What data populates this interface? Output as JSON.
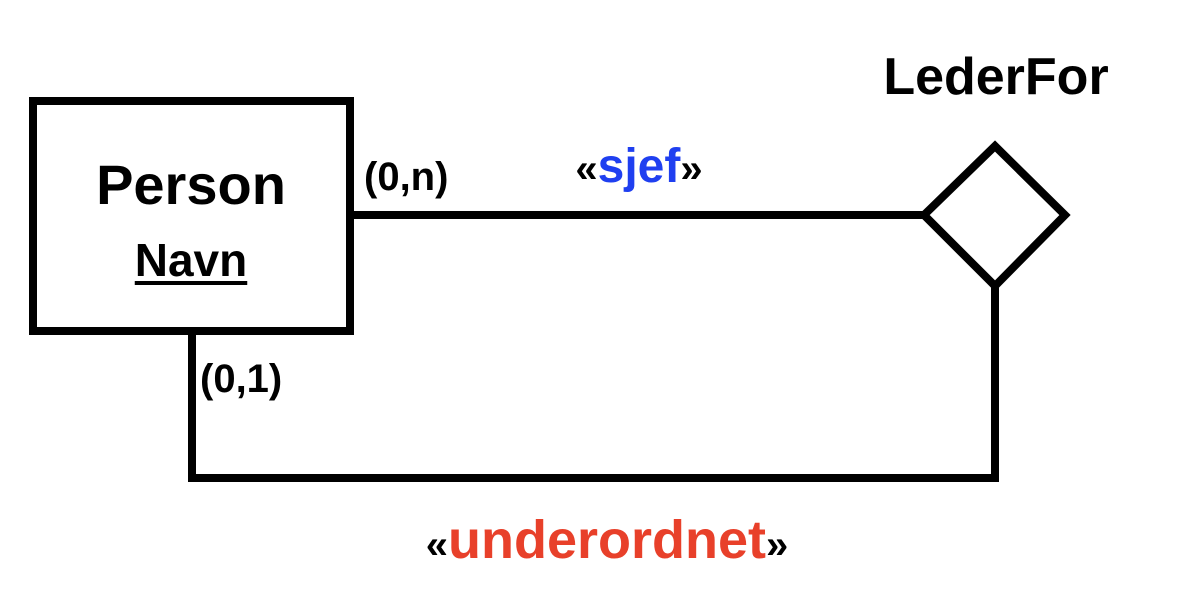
{
  "diagram": {
    "entity": {
      "name": "Person",
      "key_attribute": "Navn"
    },
    "relationship": {
      "name": "LederFor"
    },
    "role_top": {
      "open": "«",
      "name": "sjef",
      "close": "»",
      "cardinality": "(0,n)",
      "color": "#1f3ff0"
    },
    "role_bottom": {
      "open": "«",
      "name": "underordnet",
      "close": "»",
      "cardinality": "(0,1)",
      "color": "#e8402a"
    }
  }
}
